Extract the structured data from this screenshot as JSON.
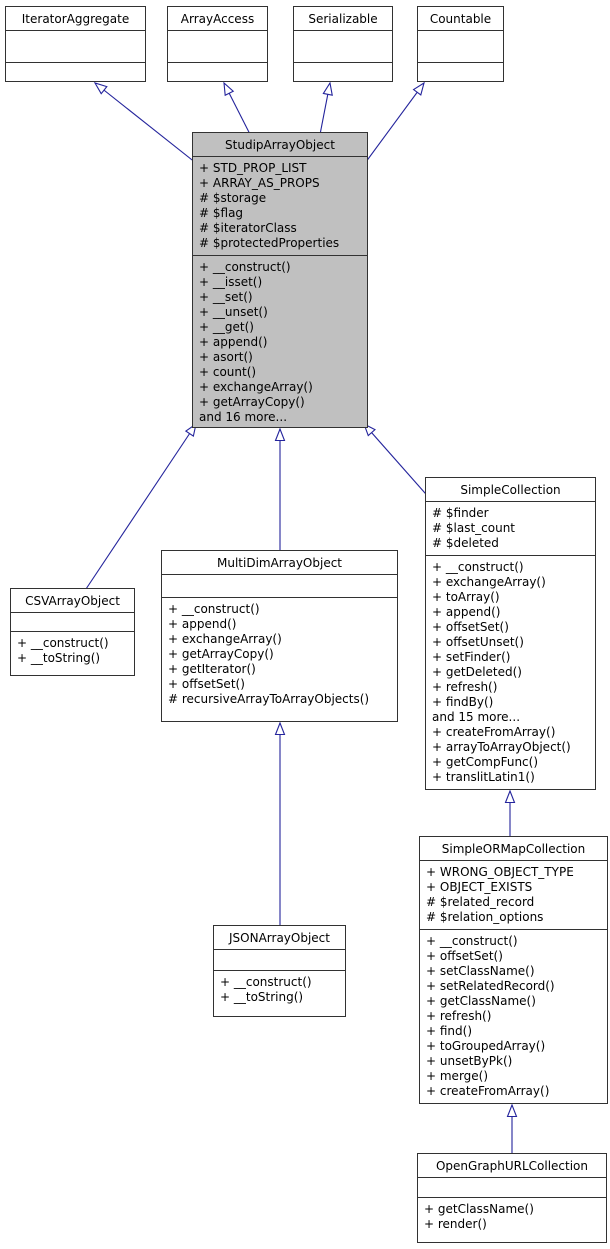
{
  "diagram": {
    "type": "uml-class-inheritance",
    "background_color": "#ffffff",
    "edge_color": "#24249c",
    "border_color": "#323232",
    "node_fill": "#ffffff",
    "highlight_fill": "#c0c0c0"
  },
  "classes": [
    {
      "name": "IteratorAggregate",
      "highlighted": false,
      "attributes": [],
      "methods": []
    },
    {
      "name": "ArrayAccess",
      "highlighted": false,
      "attributes": [],
      "methods": []
    },
    {
      "name": "Serializable",
      "highlighted": false,
      "attributes": [],
      "methods": []
    },
    {
      "name": "Countable",
      "highlighted": false,
      "attributes": [],
      "methods": []
    },
    {
      "name": "StudipArrayObject",
      "highlighted": true,
      "attributes": [
        "+ STD_PROP_LIST",
        "+ ARRAY_AS_PROPS",
        "# $storage",
        "# $flag",
        "# $iteratorClass",
        "# $protectedProperties"
      ],
      "methods": [
        "+ __construct()",
        "+ __isset()",
        "+ __set()",
        "+ __unset()",
        "+ __get()",
        "+ append()",
        "+ asort()",
        "+ count()",
        "+ exchangeArray()",
        "+ getArrayCopy()",
        "and 16 more..."
      ]
    },
    {
      "name": "CSVArrayObject",
      "highlighted": false,
      "attributes": [],
      "methods": [
        "+ __construct()",
        "+ __toString()"
      ]
    },
    {
      "name": "MultiDimArrayObject",
      "highlighted": false,
      "attributes": [],
      "methods": [
        "+ __construct()",
        "+ append()",
        "+ exchangeArray()",
        "+ getArrayCopy()",
        "+ getIterator()",
        "+ offsetSet()",
        "# recursiveArrayToArrayObjects()"
      ]
    },
    {
      "name": "SimpleCollection",
      "highlighted": false,
      "attributes": [
        "# $finder",
        "# $last_count",
        "# $deleted"
      ],
      "methods": [
        "+ __construct()",
        "+ exchangeArray()",
        "+ toArray()",
        "+ append()",
        "+ offsetSet()",
        "+ offsetUnset()",
        "+ setFinder()",
        "+ getDeleted()",
        "+ refresh()",
        "+ findBy()",
        "and 15 more...",
        "+ createFromArray()",
        "+ arrayToArrayObject()",
        "+ getCompFunc()",
        "+ translitLatin1()"
      ]
    },
    {
      "name": "JSONArrayObject",
      "highlighted": false,
      "attributes": [],
      "methods": [
        "+ __construct()",
        "+ __toString()"
      ]
    },
    {
      "name": "SimpleORMapCollection",
      "highlighted": false,
      "attributes": [
        "+ WRONG_OBJECT_TYPE",
        "+ OBJECT_EXISTS",
        "# $related_record",
        "# $relation_options"
      ],
      "methods": [
        "+ __construct()",
        "+ offsetSet()",
        "+ setClassName()",
        "+ setRelatedRecord()",
        "+ getClassName()",
        "+ refresh()",
        "+ find()",
        "+ toGroupedArray()",
        "+ unsetByPk()",
        "+ merge()",
        "+ createFromArray()"
      ]
    },
    {
      "name": "OpenGraphURLCollection",
      "highlighted": false,
      "attributes": [],
      "methods": [
        "+ getClassName()",
        "+ render()"
      ]
    }
  ],
  "inheritance": [
    {
      "child": "StudipArrayObject",
      "parent": "IteratorAggregate"
    },
    {
      "child": "StudipArrayObject",
      "parent": "ArrayAccess"
    },
    {
      "child": "StudipArrayObject",
      "parent": "Serializable"
    },
    {
      "child": "StudipArrayObject",
      "parent": "Countable"
    },
    {
      "child": "CSVArrayObject",
      "parent": "StudipArrayObject"
    },
    {
      "child": "MultiDimArrayObject",
      "parent": "StudipArrayObject"
    },
    {
      "child": "SimpleCollection",
      "parent": "StudipArrayObject"
    },
    {
      "child": "JSONArrayObject",
      "parent": "MultiDimArrayObject"
    },
    {
      "child": "SimpleORMapCollection",
      "parent": "SimpleCollection"
    },
    {
      "child": "OpenGraphURLCollection",
      "parent": "SimpleORMapCollection"
    }
  ]
}
